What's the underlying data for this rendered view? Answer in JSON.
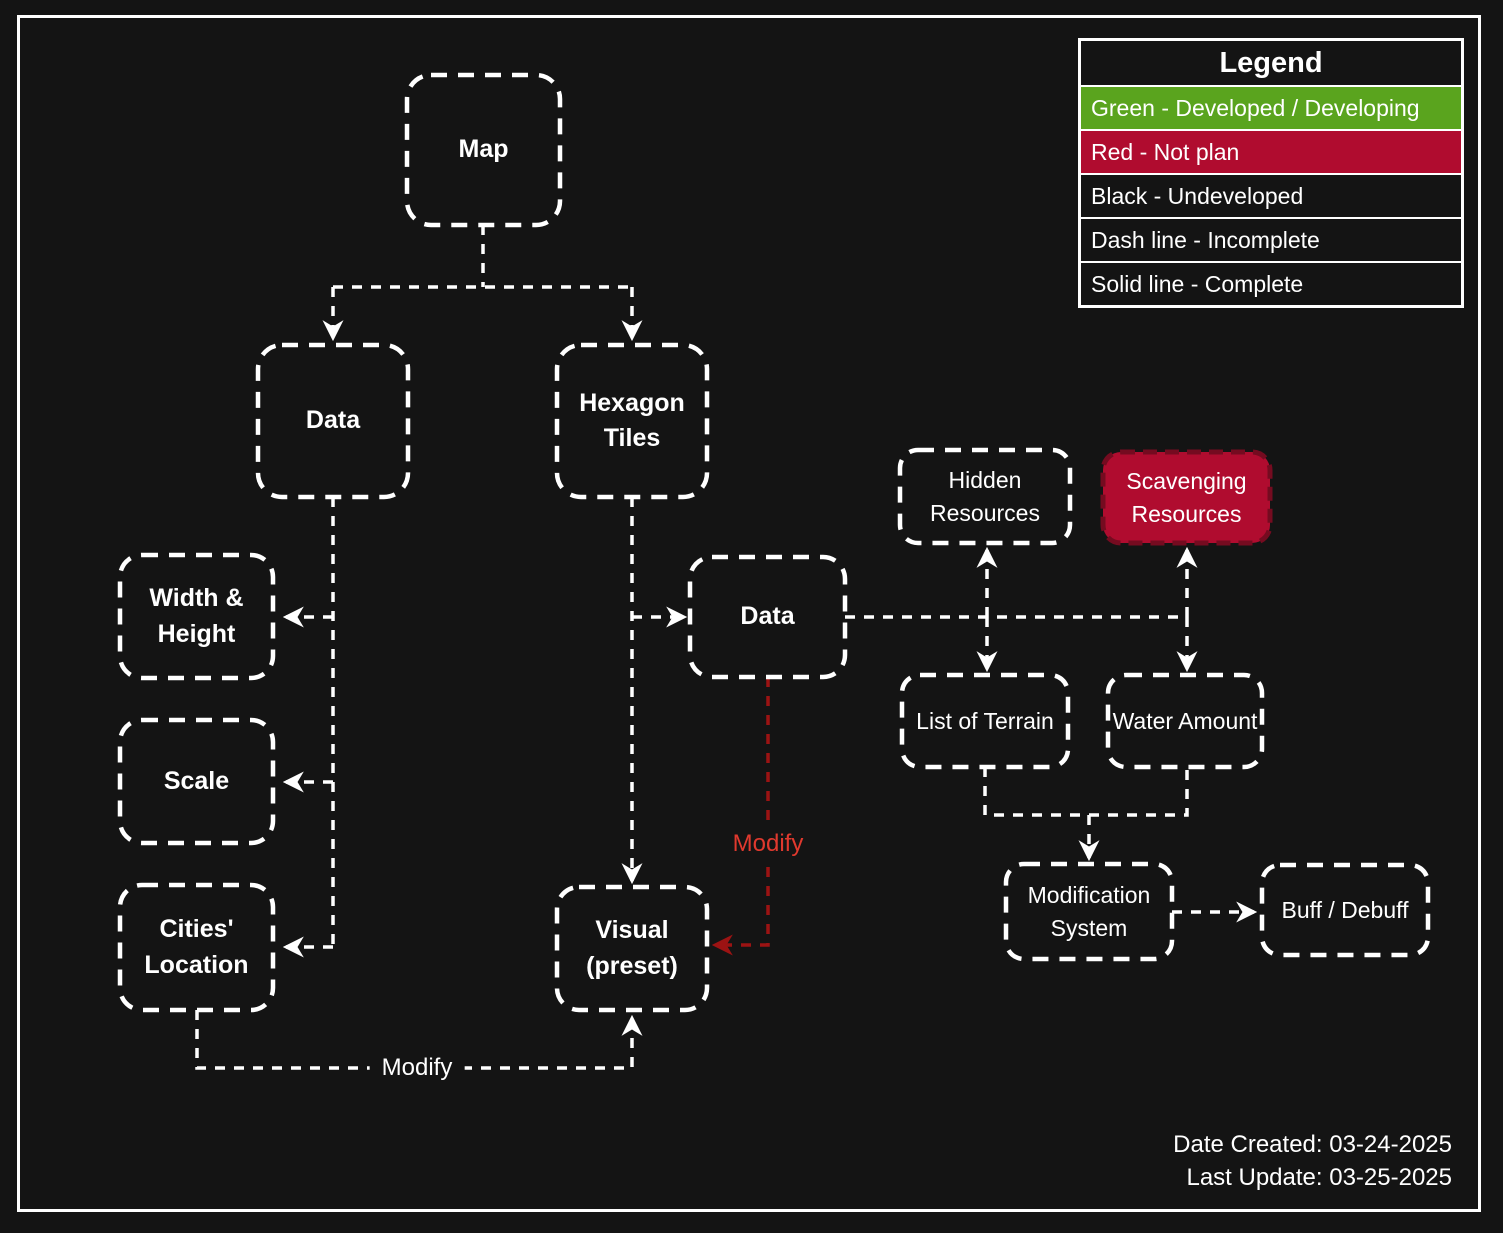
{
  "legend": {
    "title": "Legend",
    "rows": [
      {
        "label": "Green - Developed / Developing",
        "bg": "#5aa41e"
      },
      {
        "label": "Red - Not plan",
        "bg": "#b00c2f"
      },
      {
        "label": "Black - Undeveloped",
        "bg": "#141414"
      },
      {
        "label": "Dash line - Incomplete",
        "bg": "#141414"
      },
      {
        "label": "Solid line - Complete",
        "bg": "#141414"
      }
    ]
  },
  "nodes": {
    "map": {
      "label": "Map"
    },
    "data_left": {
      "label": "Data"
    },
    "hexagon_tiles": {
      "label": "Hexagon Tiles"
    },
    "width_height": {
      "label": "Width & Height"
    },
    "scale": {
      "label": "Scale"
    },
    "cities_location": {
      "label": "Cities' Location"
    },
    "visual_preset": {
      "label": "Visual (preset)"
    },
    "data_center": {
      "label": "Data"
    },
    "hidden_resources": {
      "label": "Hidden Resources"
    },
    "scavenging_resources": {
      "label": "Scavenging Resources"
    },
    "list_of_terrain": {
      "label": "List of Terrain"
    },
    "water_amount": {
      "label": "Water Amount"
    },
    "modification_system": {
      "label": "Modification System"
    },
    "buff_debuff": {
      "label": "Buff / Debuff"
    }
  },
  "edge_labels": {
    "modify_red": "Modify",
    "modify_white": "Modify"
  },
  "footer": {
    "date_created": "Date Created: 03-24-2025",
    "last_update": "Last Update: 03-25-2025"
  },
  "colors": {
    "background": "#141414",
    "frame_and_lines": "#ffffff",
    "legend_green": "#5aa41e",
    "legend_red": "#b00c2f",
    "scavenging_fill": "#b00c2f",
    "scavenging_border": "#750b20",
    "modify_line_red": "#9c1313",
    "modify_label_red": "#e0392e"
  }
}
